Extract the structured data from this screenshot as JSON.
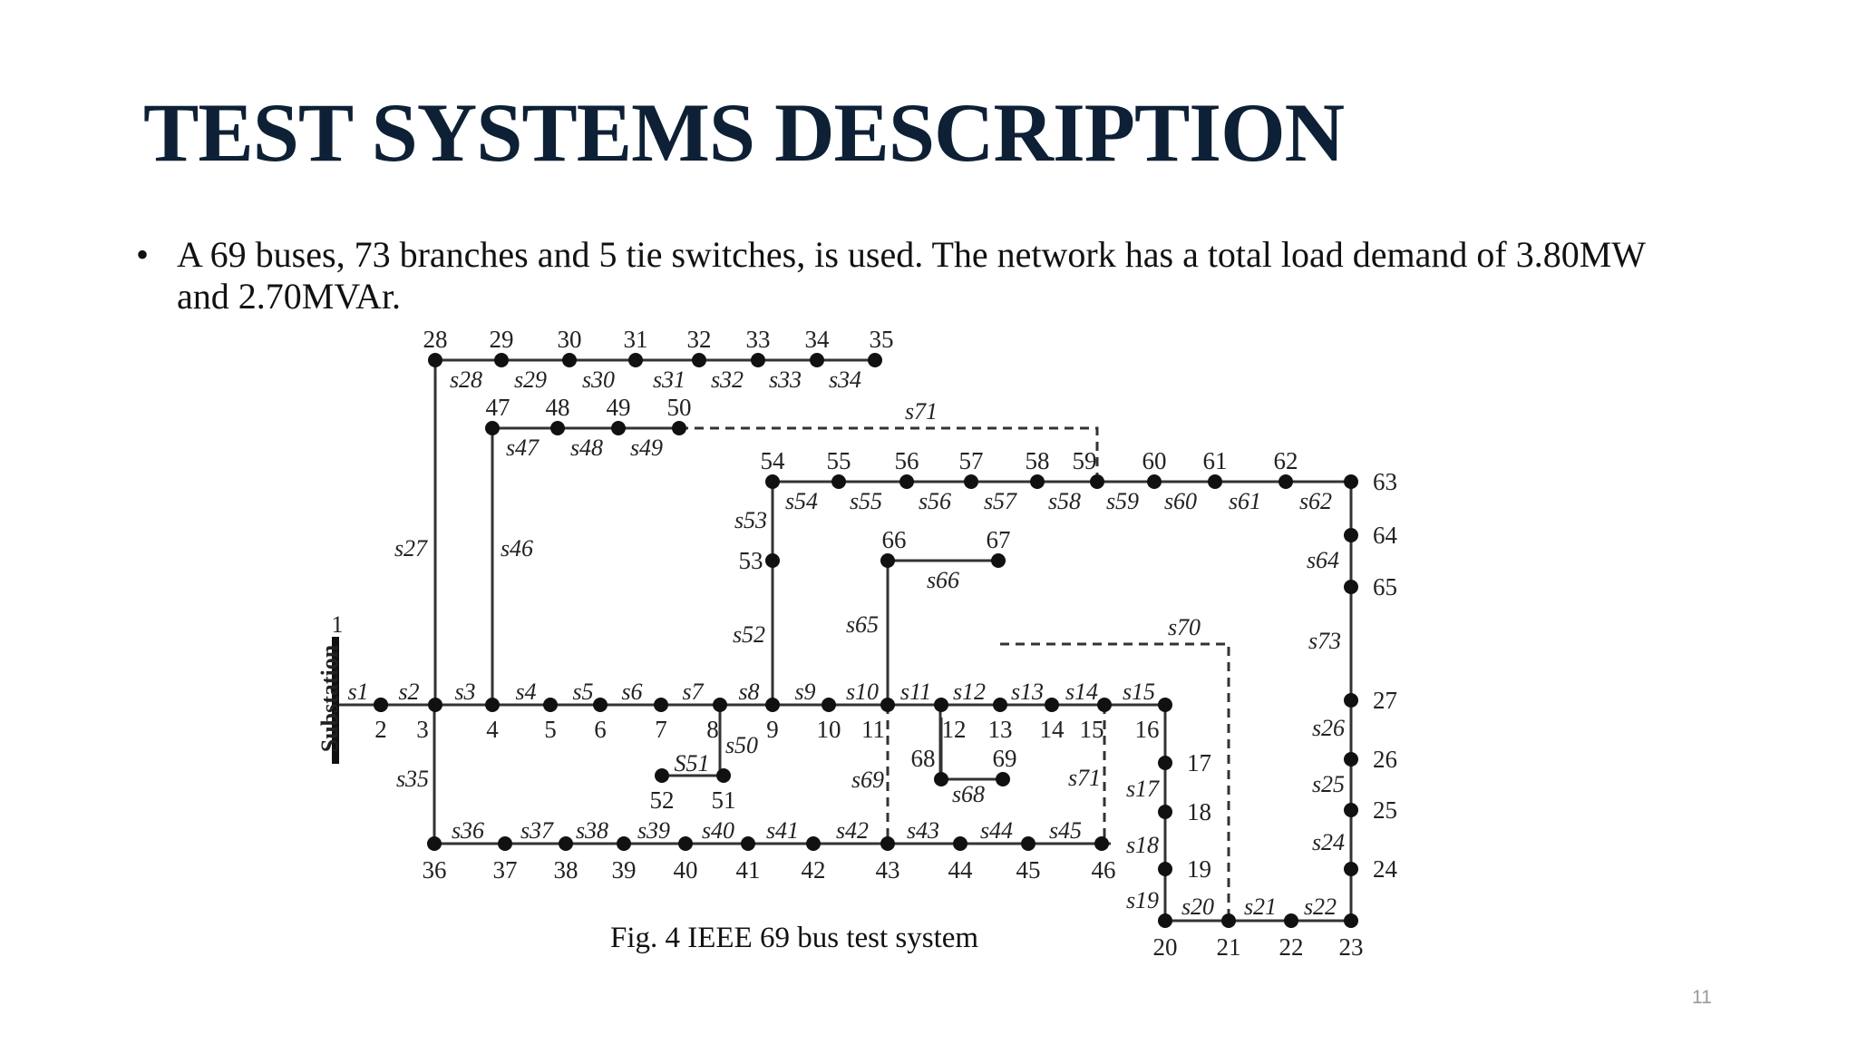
{
  "slide": {
    "title": "TEST SYSTEMS DESCRIPTION",
    "bullet_symbol": "•",
    "bullet_text": "A 69 buses, 73 branches and 5 tie switches, is used. The network has a total load demand of 3.80MW and 2.70MVAr.",
    "caption": "Fig. 4 IEEE 69 bus test system",
    "page_number": "11"
  },
  "diagram": {
    "substation_label": "Substation",
    "bus_1_label": "1",
    "buses": [
      "2",
      "3",
      "4",
      "5",
      "6",
      "7",
      "8",
      "9",
      "10",
      "11",
      "12",
      "13",
      "14",
      "15",
      "16",
      "17",
      "18",
      "19",
      "20",
      "21",
      "22",
      "23",
      "24",
      "25",
      "26",
      "27",
      "28",
      "29",
      "30",
      "31",
      "32",
      "33",
      "34",
      "35",
      "36",
      "37",
      "38",
      "39",
      "40",
      "41",
      "42",
      "43",
      "44",
      "45",
      "46",
      "47",
      "48",
      "49",
      "50",
      "51",
      "52",
      "53",
      "54",
      "55",
      "56",
      "57",
      "58",
      "59",
      "60",
      "61",
      "62",
      "63",
      "64",
      "65",
      "66",
      "67",
      "68",
      "69"
    ],
    "sections": [
      "s1",
      "s2",
      "s3",
      "s4",
      "s5",
      "s6",
      "s7",
      "s8",
      "s9",
      "s10",
      "s11",
      "s12",
      "s13",
      "s14",
      "s15",
      "s17",
      "s18",
      "s19",
      "s20",
      "s21",
      "s22",
      "s24",
      "s25",
      "s26",
      "s27",
      "s28",
      "s29",
      "s30",
      "s31",
      "s32",
      "s33",
      "s34",
      "s35",
      "s36",
      "s37",
      "s38",
      "s39",
      "s40",
      "s41",
      "s42",
      "s43",
      "s44",
      "s45",
      "s46",
      "s47",
      "s48",
      "s49",
      "s50",
      "S51",
      "s52",
      "s53",
      "s54",
      "s55",
      "s56",
      "s57",
      "s58",
      "s59",
      "s60",
      "s61",
      "s62",
      "s64",
      "s65",
      "s66",
      "s68"
    ],
    "tie_switches": [
      "s69",
      "s70",
      "s71",
      "s71",
      "s73"
    ]
  }
}
